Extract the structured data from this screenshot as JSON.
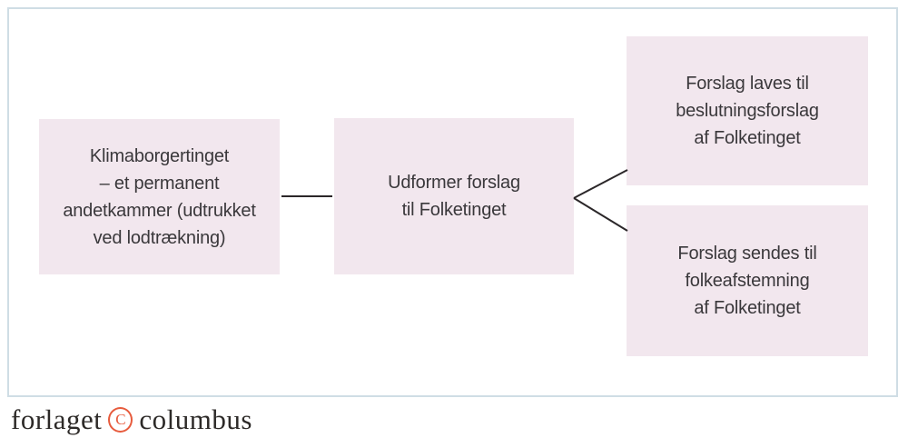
{
  "diagram": {
    "box_left": "Klimaborgertinget\n– et permanent\nandetkammer (udtrukket\nved lodtrækning)",
    "box_middle": "Udformer forslag\ntil Folketinget",
    "box_top_right": "Forslag laves til\nbeslutningsforslag\naf Folketinget",
    "box_bottom_right": "Forslag sendes til\nfolkeafstemning\naf Folketinget"
  },
  "logo": {
    "word_left": "forlaget",
    "copyright_letter": "C",
    "word_right": "columbus"
  },
  "colors": {
    "box_fill": "#f2e7ee",
    "frame_border": "#cfdde5",
    "connector_line": "#2b2729",
    "box_text": "#3a383b",
    "logo_text": "#2d2a28",
    "logo_accent": "#e75b3d"
  }
}
